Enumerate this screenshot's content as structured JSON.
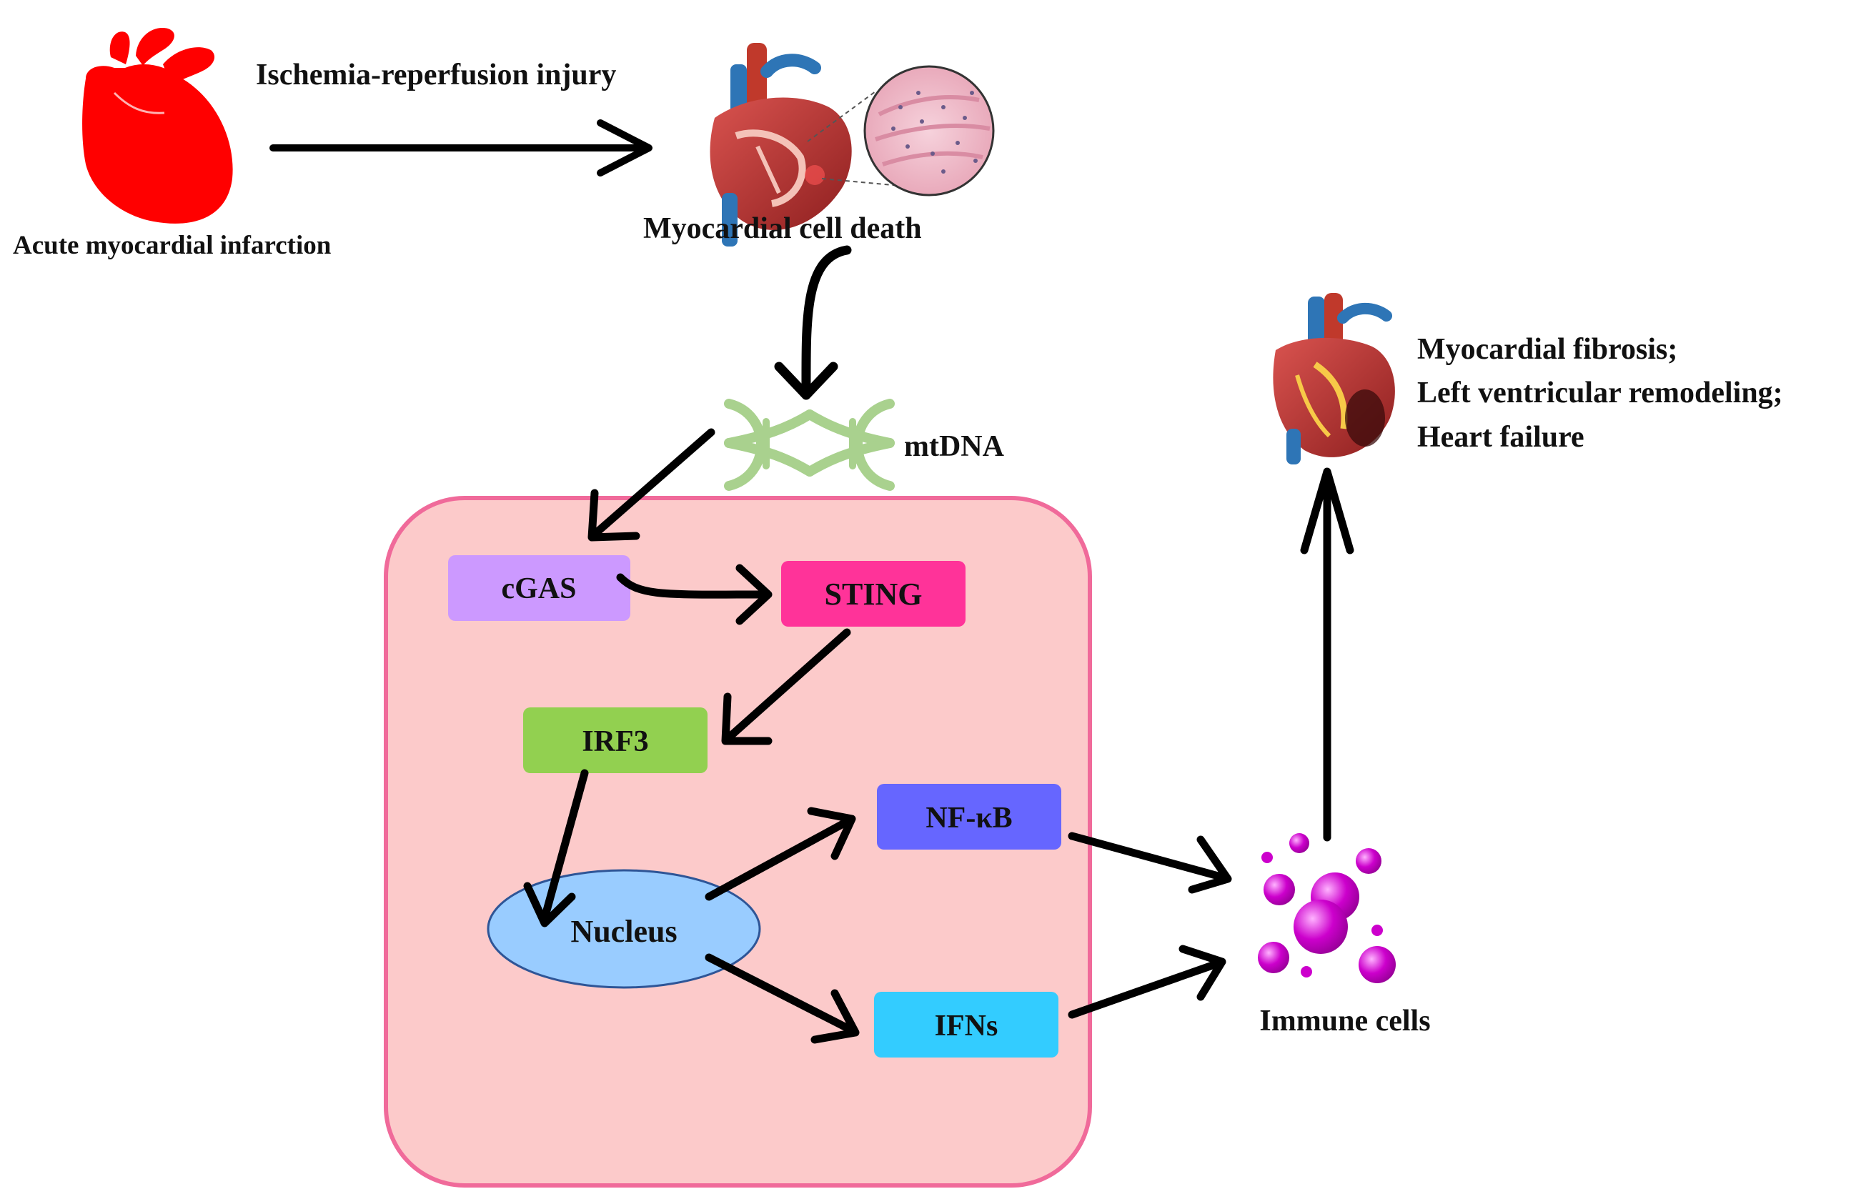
{
  "labels": {
    "injury": "Ischemia-reperfusion injury",
    "ami": "Acute myocardial infarction",
    "cell_death": "Myocardial cell death",
    "mtdna": "mtDNA",
    "immune": "Immune cells",
    "outcome_1": "Myocardial fibrosis;",
    "outcome_2": "Left ventricular remodeling;",
    "outcome_3": "Heart failure"
  },
  "nodes": {
    "cgas": "cGAS",
    "sting": "STING",
    "irf3": "IRF3",
    "nfkb": "NF-κB",
    "ifns": "IFNs",
    "nucleus": "Nucleus"
  },
  "colors": {
    "cell": "#fccaca",
    "cell_border": "#f06a9a",
    "cgas": "#cc99ff",
    "sting": "#ff3399",
    "irf3": "#92d050",
    "nfkb": "#6666ff",
    "ifns": "#33ccff",
    "nucleus": "#99ccff",
    "nucleus_border": "#2e5597",
    "heart_red": "#ff0000",
    "dna_green": "#a9d18e",
    "immune_magenta": "#cc00cc"
  }
}
